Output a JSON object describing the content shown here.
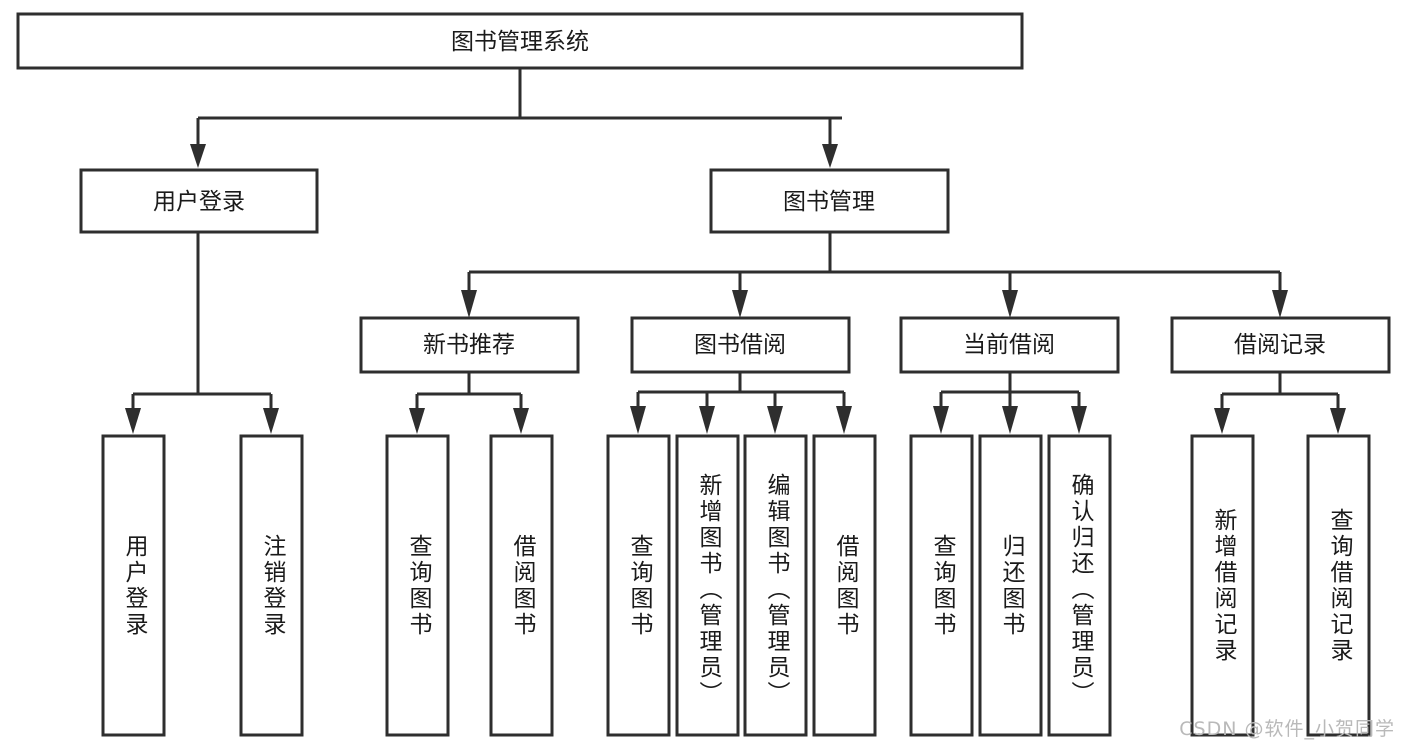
{
  "diagram": {
    "title": "图书管理系统",
    "type": "tree-hierarchy-diagram",
    "watermark": "CSDN @软件_小贺同学",
    "colors": {
      "stroke": "#2e2e2e",
      "box_fill": "#ffffff",
      "text": "#1a1a1a",
      "background": "#ffffff",
      "watermark": "#b9b9b9"
    },
    "root": {
      "label": "图书管理系统"
    },
    "level2": [
      {
        "label": "用户登录"
      },
      {
        "label": "图书管理"
      }
    ],
    "level3": [
      {
        "label": "新书推荐"
      },
      {
        "label": "图书借阅"
      },
      {
        "label": "当前借阅"
      },
      {
        "label": "借阅记录"
      }
    ],
    "leaves": {
      "user_login": [
        {
          "label": "用户登录"
        },
        {
          "label": "注销登录"
        }
      ],
      "new_book_recommend": [
        {
          "label": "查询图书"
        },
        {
          "label": "借阅图书"
        }
      ],
      "book_borrow": [
        {
          "label": "查询图书"
        },
        {
          "label": "新增图书（管理员）"
        },
        {
          "label": "编辑图书（管理员）"
        },
        {
          "label": "借阅图书"
        }
      ],
      "current_borrow": [
        {
          "label": "查询图书"
        },
        {
          "label": "归还图书"
        },
        {
          "label": "确认归还（管理员）"
        }
      ],
      "borrow_record": [
        {
          "label": "新增借阅记录"
        },
        {
          "label": "查询借阅记录"
        }
      ]
    }
  }
}
